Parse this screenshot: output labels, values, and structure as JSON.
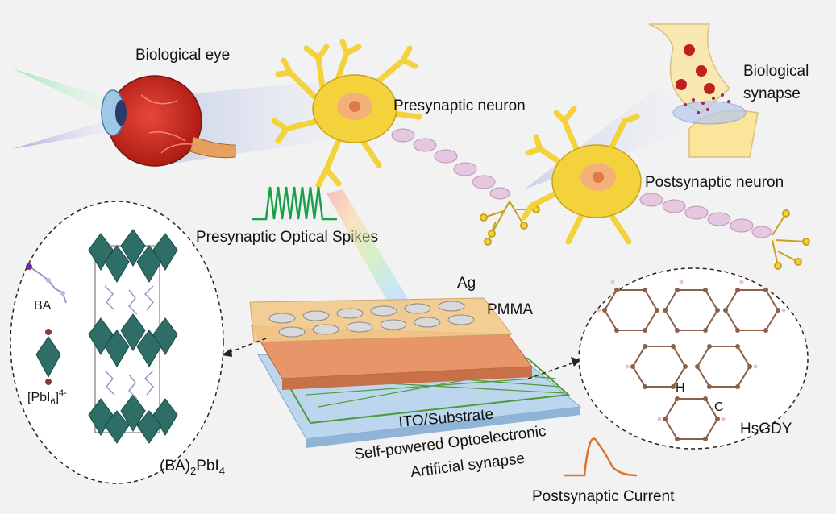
{
  "labels": {
    "biological_eye": "Biological eye",
    "presynaptic_neuron": "Presynaptic neuron",
    "biological_synapse_1": "Biological",
    "biological_synapse_2": "synapse",
    "postsynaptic_neuron": "Postsynaptic neuron",
    "optical_spikes": "Presynaptic Optical Spikes",
    "ag": "Ag",
    "pmma": "PMMA",
    "ito": "ITO/Substrate",
    "device_line1": "Self-powered Optoelectronic",
    "device_line2": "Artificial synapse",
    "postsynaptic_current": "Postsynaptic Current",
    "ba": "BA",
    "pbi6_base": "[PbI",
    "pbi6_sub": "6",
    "pbi6_close": "]",
    "pbi6_sup": "4-",
    "perov_a": "(BA)",
    "perov_sub": "2",
    "perov_b": "PbI",
    "perov_sub2": "4",
    "hsgdy": "HsGDY",
    "h_atom": "H",
    "c_atom": "C"
  },
  "colors": {
    "neuron": "#f4d23c",
    "neuron_outline": "#c9a11a",
    "axon": "#e5c8e0",
    "eye_red": "#c8281e",
    "spike_green": "#1aa04a",
    "current_orange": "#e0732a",
    "ag": "#d9d9d9",
    "pmma": "#f2c98a",
    "perovskite": "#e8956a",
    "hsgdy_layer": "#4f9a3a",
    "ito": "#bcd6ee",
    "octahedron": "#2e6e66",
    "carbon": "#8a6048"
  }
}
